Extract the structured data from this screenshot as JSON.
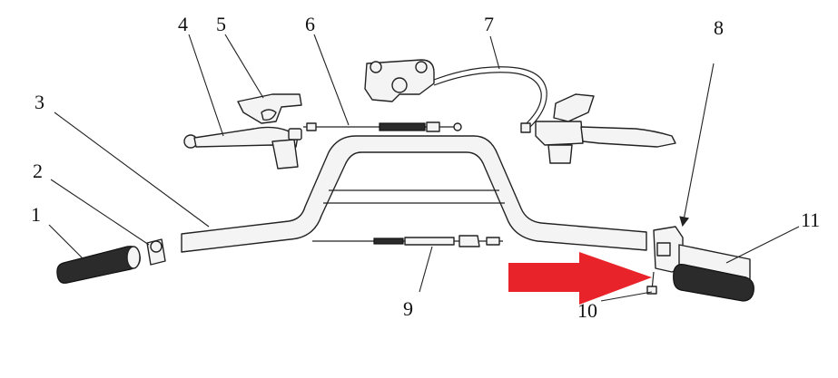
{
  "callouts": {
    "c1": "1",
    "c2": "2",
    "c3": "3",
    "c4": "4",
    "c5": "5",
    "c6": "6",
    "c7": "7",
    "c8": "8",
    "c9": "9",
    "c10": "10",
    "c11": "11"
  },
  "colors": {
    "highlight_arrow": "#e8232a",
    "line": "#222222",
    "grip": "#2b2b2b"
  }
}
